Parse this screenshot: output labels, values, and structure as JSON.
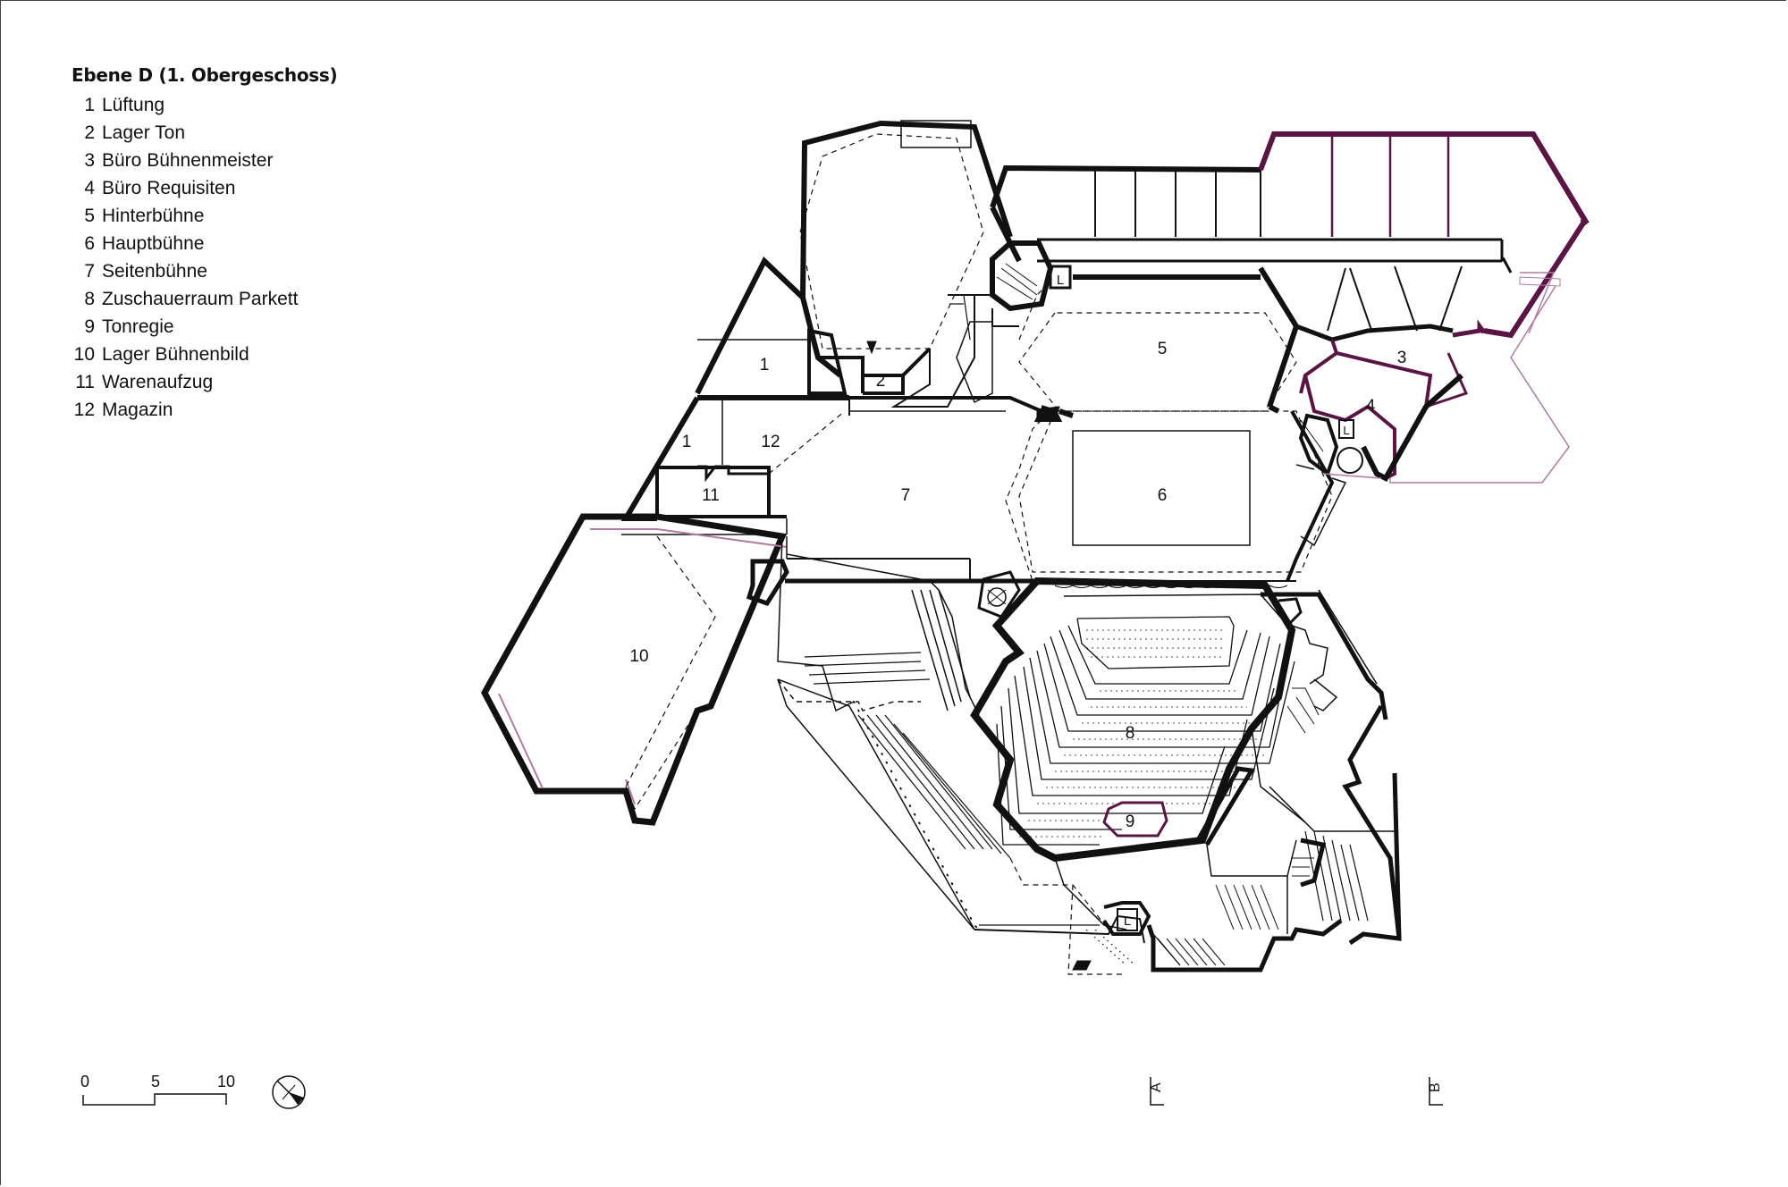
{
  "title": "Ebene D (1. Obergeschoss)",
  "legend": [
    {
      "num": "1",
      "label": "Lüftung"
    },
    {
      "num": "2",
      "label": "Lager Ton"
    },
    {
      "num": "3",
      "label": "Büro Bühnenmeister"
    },
    {
      "num": "4",
      "label": "Büro Requisiten"
    },
    {
      "num": "5",
      "label": "Hinterbühne"
    },
    {
      "num": "6",
      "label": "Hauptbühne"
    },
    {
      "num": "7",
      "label": "Seitenbühne"
    },
    {
      "num": "8",
      "label": "Zuschauerraum Parkett"
    },
    {
      "num": "9",
      "label": "Tonregie"
    },
    {
      "num": "10",
      "label": "Lager Bühnenbild"
    },
    {
      "num": "11",
      "label": "Warenaufzug"
    },
    {
      "num": "12",
      "label": "Magazin"
    }
  ],
  "room_labels": {
    "r1a": "1",
    "r1b": "1",
    "r2": "2",
    "r3": "3",
    "r4": "4",
    "r5": "5",
    "r6": "6",
    "r7": "7",
    "r8": "8",
    "r9": "9",
    "r10": "10",
    "r11": "11",
    "r12": "12"
  },
  "lift_label": "L",
  "scale_bar": {
    "ticks": [
      "0",
      "5",
      "10"
    ]
  },
  "sections": {
    "a": "A",
    "b": "B"
  },
  "colors": {
    "wall": "#111111",
    "accent": "#5a1545",
    "accent_light": "#b07aa0"
  }
}
